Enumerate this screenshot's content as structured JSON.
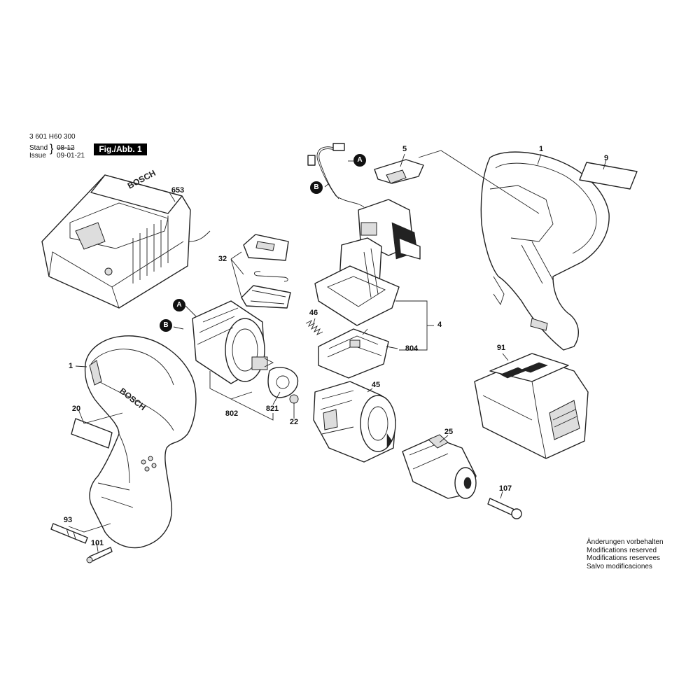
{
  "header": {
    "part_number": "3 601 H60 300",
    "stand_label": "Stand",
    "issue_label": "Issue",
    "stand_value": "08-12",
    "issue_value": "09-01-21",
    "figure_label": "Fig./Abb. 1"
  },
  "notes": [
    "Änderungen vorbehalten",
    "Modifications reserved",
    "Modifications reservees",
    "Salvo modificaciones"
  ],
  "markers": {
    "a": "A",
    "b": "B"
  },
  "callouts": {
    "p653": "653",
    "p32": "32",
    "p5": "5",
    "p1_top": "1",
    "p9": "9",
    "p46": "46",
    "p4": "4",
    "p804": "804",
    "p91": "91",
    "p1_left": "1",
    "p20": "20",
    "p802": "802",
    "p821": "821",
    "p22": "22",
    "p45": "45",
    "p25": "25",
    "p107": "107",
    "p93": "93",
    "p101": "101"
  },
  "brand_marks": [
    "BOSCH"
  ]
}
